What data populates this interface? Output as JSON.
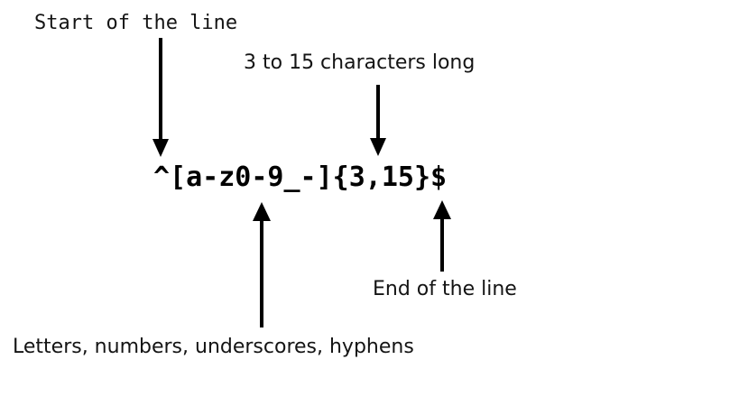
{
  "diagram": {
    "title_expression": "^[a-z0-9_-]{3,15}$",
    "background_color": "#ffffff",
    "ink_color": "#000000",
    "annotations": [
      {
        "id": "start-of-line",
        "label": "Start of the line",
        "font": "mono",
        "direction": "down",
        "target_token": "^"
      },
      {
        "id": "length-quantifier",
        "label": "3 to 15 characters long",
        "font": "sans",
        "direction": "down",
        "target_token": "{3,15}"
      },
      {
        "id": "character-class",
        "label": "Letters, numbers, underscores, hyphens",
        "font": "sans",
        "direction": "up",
        "target_token": "[a-z0-9_-]"
      },
      {
        "id": "end-of-line",
        "label": "End of the line",
        "font": "sans",
        "direction": "up",
        "target_token": "$"
      }
    ],
    "edge_fragment": ":"
  }
}
